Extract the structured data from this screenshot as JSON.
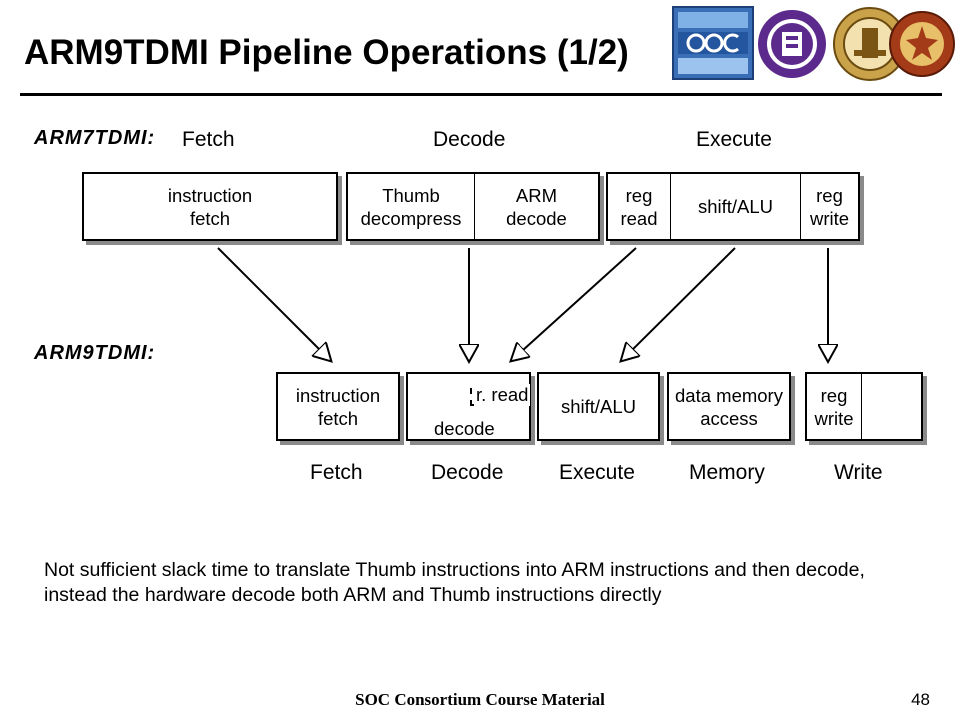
{
  "slide": {
    "title": "ARM9TDMI Pipeline Operations (1/2)",
    "footer": "SOC Consortium Course Material",
    "page_number": "48"
  },
  "arm7": {
    "label": "ARM7TDMI:",
    "stages": {
      "fetch": "Fetch",
      "decode": "Decode",
      "execute": "Execute"
    },
    "fetch_box": "instruction\nfetch",
    "decode_box": {
      "thumb": "Thumb\ndecompress",
      "arm": "ARM\ndecode"
    },
    "execute_box": {
      "reg_read": "reg\nread",
      "shift_alu": "shift/ALU",
      "reg_write": "reg\nwrite"
    }
  },
  "arm9": {
    "label": "ARM9TDMI:",
    "stages": {
      "fetch": "Fetch",
      "decode": "Decode",
      "execute": "Execute",
      "memory": "Memory",
      "write": "Write"
    },
    "fetch_box": "instruction\nfetch",
    "decode_box": {
      "rread": "r. read",
      "decode": "decode"
    },
    "execute_box": "shift/ALU",
    "memory_box": "data memory\naccess",
    "write_box": "reg\nwrite"
  },
  "note": "Not sufficient slack time to translate Thumb instructions into ARM instructions and then decode, instead the hardware decode both ARM and Thumb instructions directly"
}
